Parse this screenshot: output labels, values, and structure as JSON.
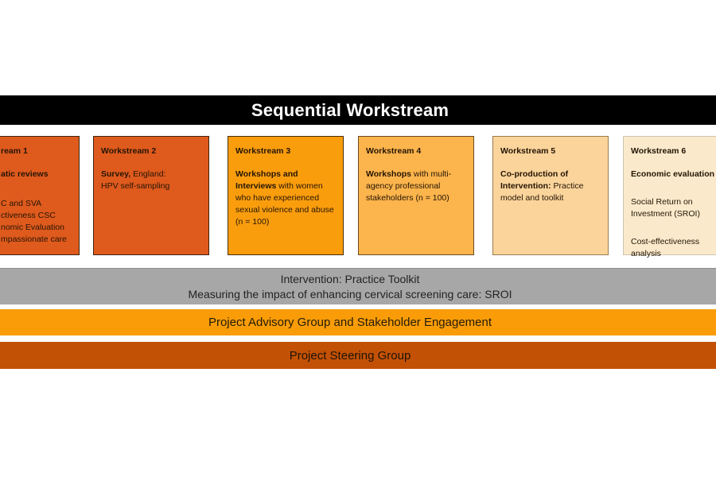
{
  "header": {
    "title": "Sequential Workstream"
  },
  "workstreams": [
    {
      "title": "ream 1",
      "lead_bold": "atic reviews",
      "lines": [
        "C and SVA",
        "ctiveness CSC",
        "nomic Evaluation",
        "mpassionate care"
      ],
      "bg": "#DF5A1D"
    },
    {
      "title": "Workstream 2",
      "para_bold": "Survey,",
      "para_rest": " England:",
      "para_line2": "HPV self-sampling",
      "bg": "#DF5A1D"
    },
    {
      "title": "Workstream 3",
      "para_bold": "Workshops and Interviews",
      "para_rest": " with women who have experienced sexual violence and abuse (n = 100)",
      "bg": "#FA9D0D"
    },
    {
      "title": "Workstream 4",
      "para_bold": "Workshops",
      "para_rest": " with multi-agency professional stakeholders (n = 100)",
      "bg": "#FCB44C"
    },
    {
      "title": "Workstream 5",
      "para_bold": "Co-production of Intervention:",
      "para_rest": " Practice model and toolkit",
      "bg": "#FBD49B"
    },
    {
      "title": "Workstream 6",
      "lead_bold": "Economic evaluation",
      "para1": "Social Return on Investment (SROI)",
      "para2": "Cost-effectiveness analysis",
      "bg": "#FAEACB"
    }
  ],
  "bars": {
    "toolkit": {
      "line1": "Intervention: Practice Toolkit",
      "line2": "Measuring the impact of enhancing cervical screening care: SROI",
      "bg": "#A7A7A7"
    },
    "advisory": {
      "label": "Project Advisory Group and Stakeholder Engagement",
      "bg": "#F99C07"
    },
    "steering": {
      "label": "Project Steering Group",
      "bg": "#C35105"
    }
  },
  "colors": {
    "header_bg": "#000000",
    "header_text": "#FFFFFF",
    "box_text": "#241505",
    "dark_orange": "#DF5A1D",
    "orange": "#FA9D0D",
    "light_orange": "#FCB44C",
    "pale_orange": "#FBD49B",
    "cream": "#FAEACB",
    "gray": "#A7A7A7",
    "steering_orange": "#C35105"
  }
}
